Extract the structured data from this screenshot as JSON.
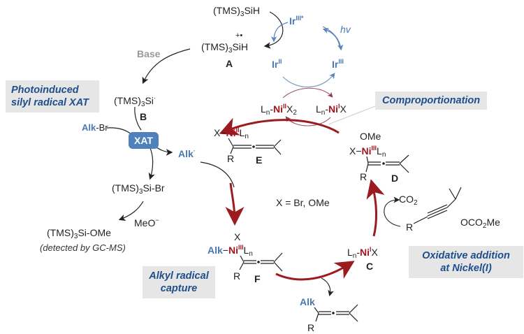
{
  "title": "Ni/photoredox catalytic cycle for alkyl allene synthesis",
  "labels": {
    "tms3sih": "(TMS)",
    "sih": "SiH",
    "radcation_mark": "+•",
    "A": "A",
    "B": "B",
    "C": "C",
    "D": "D",
    "E": "E",
    "F": "F",
    "base": "Base",
    "si_radical": "Si",
    "alk_br_alk": "Alk",
    "alk_br_br": "-Br",
    "xat": "XAT",
    "alk_radical": "Alk",
    "si_br": "Si-Br",
    "meo": "MeO",
    "si_ome": "Si-OMe",
    "detected": "(detected by GC-MS)",
    "ir_star": "Ir",
    "ir_star_ox": "III*",
    "ir_ii": "Ir",
    "ir_ii_ox": "II",
    "ir_iii": "Ir",
    "ir_iii_ox": "III",
    "hv": "hv",
    "ni": "Ni",
    "ox_I": "I",
    "ox_II": "II",
    "ox_III": "III",
    "ln": "L",
    "n": "n",
    "x2": "X",
    "x": "X",
    "ome": "OMe",
    "r": "R",
    "x_def": "X = Br, OMe",
    "co2": "CO",
    "propargyl_sub": "OCO",
    "propargyl_me": "Me",
    "three": "3",
    "two": "2"
  },
  "boxes": {
    "xat_box": "Photoinduced\nsilyl radical XAT",
    "xat_line1": "Photoinduced",
    "xat_line2": "silyl radical XAT",
    "comproportionation": "Comproportionation",
    "oxadd_line1": "Oxidative addition",
    "oxadd_line2": "at Nickel(I)",
    "capture_line1": "Alkyl radical",
    "capture_line2": "capture"
  },
  "colors": {
    "nickel": "#a3141f",
    "iridium": "#4a78b0",
    "box_text": "#1f4e8c",
    "box_bg": "#e6e6e6",
    "cycle_arrow": "#9b1b1f"
  }
}
